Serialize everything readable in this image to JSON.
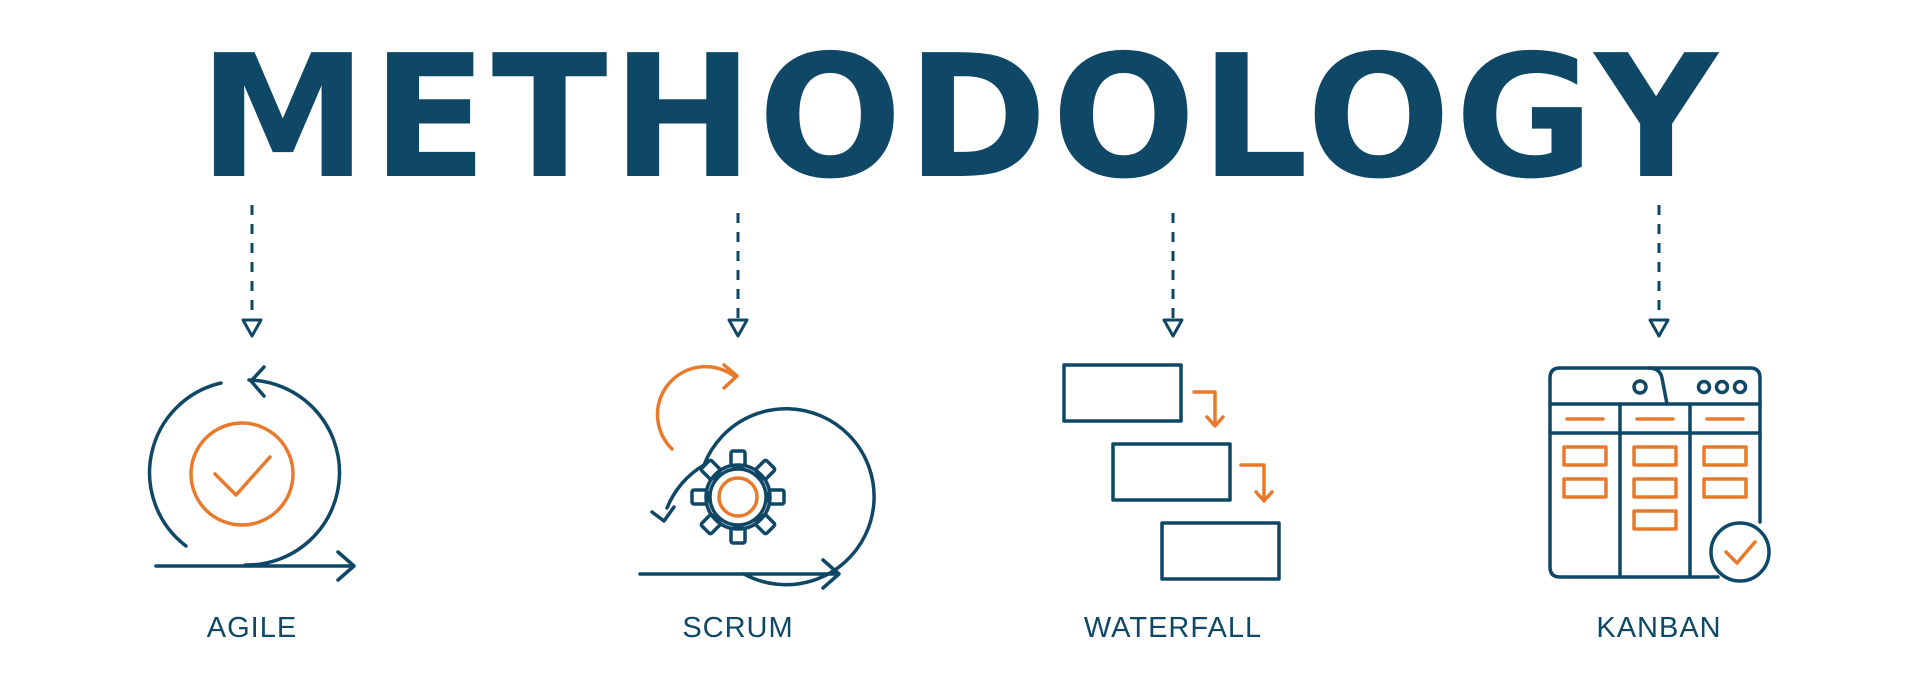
{
  "title": "METHODOLOGY",
  "methods": [
    {
      "label": "AGILE",
      "icon": "agile-cycle-check-icon"
    },
    {
      "label": "SCRUM",
      "icon": "scrum-gear-cycle-icon"
    },
    {
      "label": "WATERFALL",
      "icon": "waterfall-steps-icon"
    },
    {
      "label": "KANBAN",
      "icon": "kanban-board-icon"
    }
  ],
  "colors": {
    "primary": "#0f4766",
    "accent": "#e87a2c",
    "background": "#ffffff"
  }
}
